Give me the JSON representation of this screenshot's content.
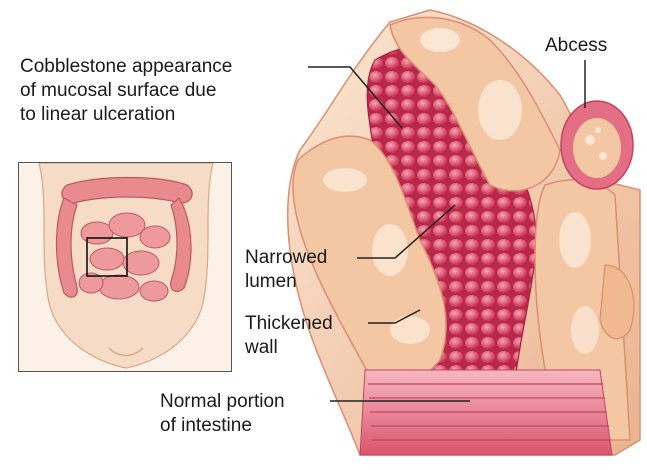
{
  "labels": {
    "cobblestone": [
      "Cobblestone appearance",
      "of mucosal surface due",
      "to linear ulceration"
    ],
    "abcess": "Abcess",
    "narrowed": [
      "Narrowed",
      "lumen"
    ],
    "thickened": [
      "Thickened",
      "wall"
    ],
    "normal": [
      "Normal portion",
      "of intestine"
    ]
  },
  "colors": {
    "mucosa": "#d9405e",
    "mucosa_light": "#e8758c",
    "wall": "#f3c6a4",
    "wall_highlight": "#fbe6d3",
    "skin": "#f6dcc6",
    "bowel": "#e98a8f",
    "leader": "#222222"
  }
}
